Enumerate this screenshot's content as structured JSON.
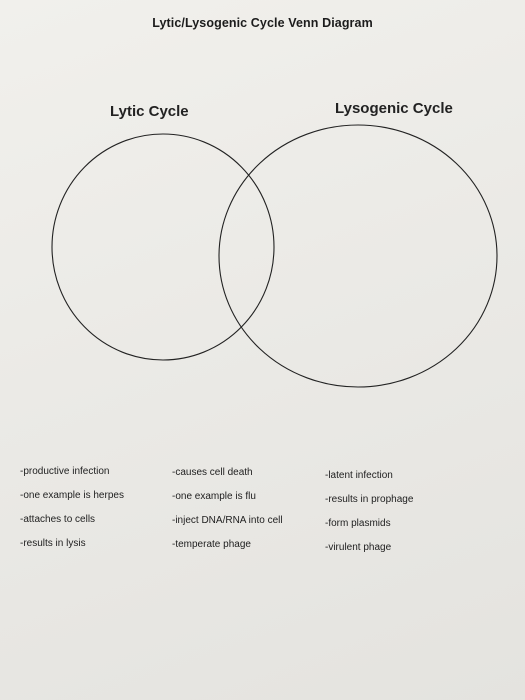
{
  "title": "Lytic/Lysogenic Cycle Venn Diagram",
  "circles": {
    "left_label": "Lytic Cycle",
    "right_label": "Lysogenic Cycle"
  },
  "lists": {
    "lytic": [
      "-productive infection",
      "-one example is herpes",
      "-attaches to cells",
      "-results in lysis"
    ],
    "both": [
      "-causes cell death",
      "-one example is flu",
      "-inject DNA/RNA into cell",
      "-temperate phage"
    ],
    "lysogenic": [
      "-latent infection",
      "-results in prophage",
      "-form plasmids",
      "-virulent phage"
    ]
  },
  "colors": {
    "paper": "#ecebe7",
    "ink": "#1c1c1c"
  }
}
